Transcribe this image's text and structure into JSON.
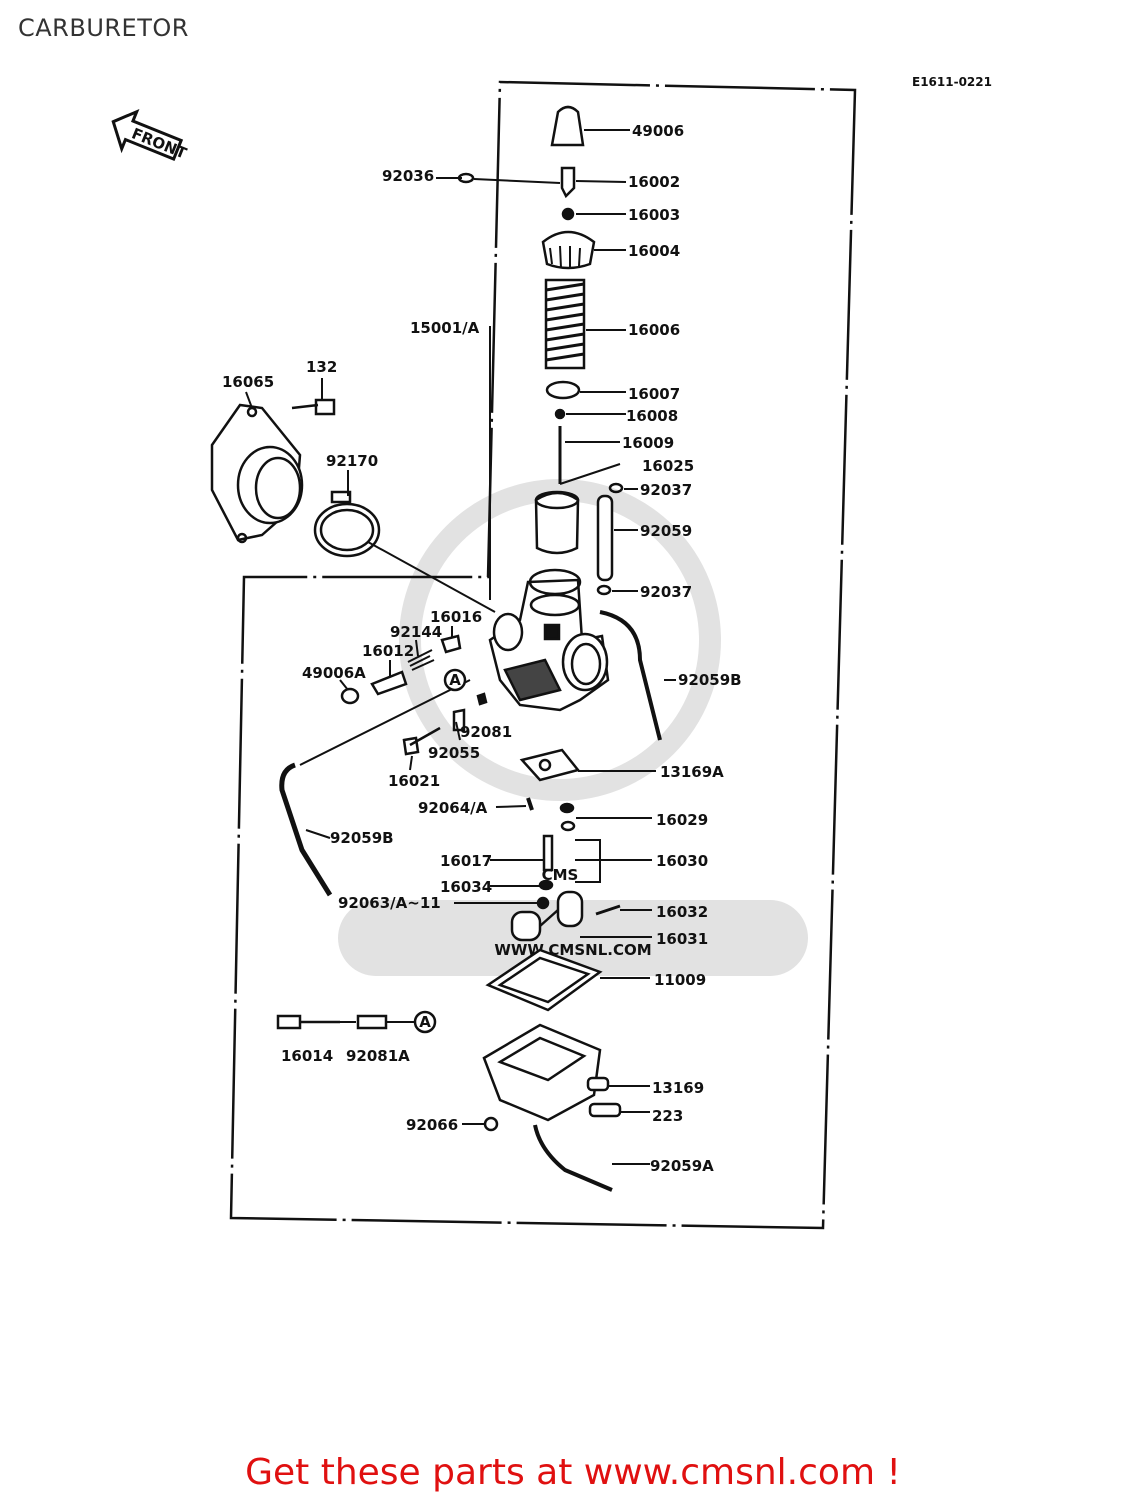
{
  "page": {
    "title": "CARBURETOR",
    "diagram_code": "E1611-0221",
    "front_arrow_label": "FRONT",
    "promo_text": "Get these parts at www.cmsnl.com !"
  },
  "watermark": {
    "brand": "CMS",
    "url": "WWW.CMSNL.COM",
    "color": "#e0e0e0"
  },
  "callouts": {
    "p49006": "49006",
    "p92036": "92036",
    "p16002": "16002",
    "p16003": "16003",
    "p16004": "16004",
    "p15001a": "15001/A",
    "p16006": "16006",
    "p16007": "16007",
    "p16008": "16008",
    "p16009": "16009",
    "p16025": "16025",
    "p92037a": "92037",
    "p92059": "92059",
    "p92037b": "92037",
    "p16065": "16065",
    "p132": "132",
    "p92170": "92170",
    "p16016": "16016",
    "p92144": "92144",
    "p16012": "16012",
    "p49006a": "49006A",
    "p92059b_top": "92059B",
    "p92081": "92081",
    "p92055": "92055",
    "p16021": "16021",
    "p13169a": "13169A",
    "p92064a": "92064/A",
    "p16029": "16029",
    "p92059b_left": "92059B",
    "p16017": "16017",
    "p16030": "16030",
    "p16034": "16034",
    "p92063": "92063/A~11",
    "p16032": "16032",
    "p16031": "16031",
    "p11009": "11009",
    "p16014": "16014",
    "p92081a": "92081A",
    "p13169": "13169",
    "p223": "223",
    "p92066": "92066",
    "p92059a": "92059A",
    "ref_a": "A"
  }
}
